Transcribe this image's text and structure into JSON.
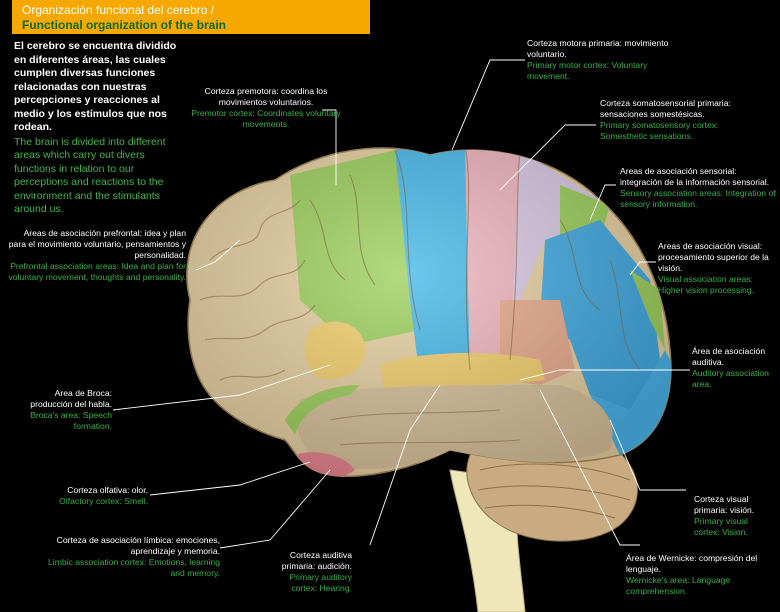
{
  "title": {
    "line1": "Organización funcional del cerebro /",
    "line2": "Functional organization of the brain"
  },
  "intro": {
    "es": "El cerebro se encuentra dividido en diferentes áreas, las cuales cumplen diversas funciones relacionadas con nuestras percepciones y reacciones al medio y los estímulos que nos rodean.",
    "en": "The brain is divided into different areas which carry out divers functions in relation to our perceptions and reactions to the environment and the stimulants around us."
  },
  "labels": {
    "premotor": {
      "es": "Corteza premotora: coordina los movimientos voluntarios.",
      "en": "Premotor cortex: Coordinates voluntary movements."
    },
    "motor": {
      "es": "Corteza motora primaria: movimiento voluntario.",
      "en": "Primary motor cortex: Voluntary movement."
    },
    "somatosensory": {
      "es": "Corteza somatosensorial primaria: sensaciones somestésicas.",
      "en": "Primary somatosensory cortex: Somesthetic sensations."
    },
    "sensory_assoc": {
      "es": "Areas de asociación sensorial: integración de la información sensorial.",
      "en": "Sensory association areas: Integration of sensory information."
    },
    "prefrontal": {
      "es": "Areas de asociación prefrontal: idea y plan para el movimiento voluntario, pensamientos y personalidad.",
      "en": "Prefrontal association areas: Idea and plan for voluntary movement, thoughts and personality."
    },
    "visual_assoc": {
      "es": "Areas de asociación visual: procesamiento superior de la visión.",
      "en": "Visual association areas: Higher vision processing."
    },
    "auditory_assoc": {
      "es": "Área de asociación auditiva.",
      "en": "Auditory association area."
    },
    "broca": {
      "es": "Area de Broca: producción del habla.",
      "en": "Broca's area: Speech formation."
    },
    "olfactory": {
      "es": "Corteza olfativa: olor.",
      "en": "Olfactory cortex: Smell."
    },
    "visual": {
      "es": "Corteza visual primaria: visión.",
      "en": "Primary visual cortex: Vision."
    },
    "limbic": {
      "es": "Corteza de asociación límbica: emociones, aprendizaje y memoria.",
      "en": "Limbic association cortex: Emotions, learning and memory."
    },
    "auditory": {
      "es": "Corteza auditiva primaria: audición.",
      "en": "Primary auditory cortex: Hearing."
    },
    "wernicke": {
      "es": "Área de Wernicke: compresión del lenguaje.",
      "en": "Wernicke's area: Language comprehension."
    }
  },
  "colors": {
    "background": "#000000",
    "title_bar": "#f6a800",
    "title_en": "#0a6a2e",
    "english_text": "#33b24a",
    "prefrontal_tan": "#e6cfa0",
    "premotor_green": "#9ccf5a",
    "motor_blue": "#45b8e8",
    "somatosensory_pink": "#f0b4be",
    "sensory_assoc_lavender": "#d9c8e4",
    "visual_blue": "#3fa8e0",
    "broca_yellow": "#f3cf6a",
    "auditory_orange": "#e8a88a",
    "olfactory_pink": "#e8848e",
    "temporal_tan": "#d8c09a",
    "cerebellum_tan": "#c8ab80",
    "brainstem_cream": "#efe7b8"
  }
}
